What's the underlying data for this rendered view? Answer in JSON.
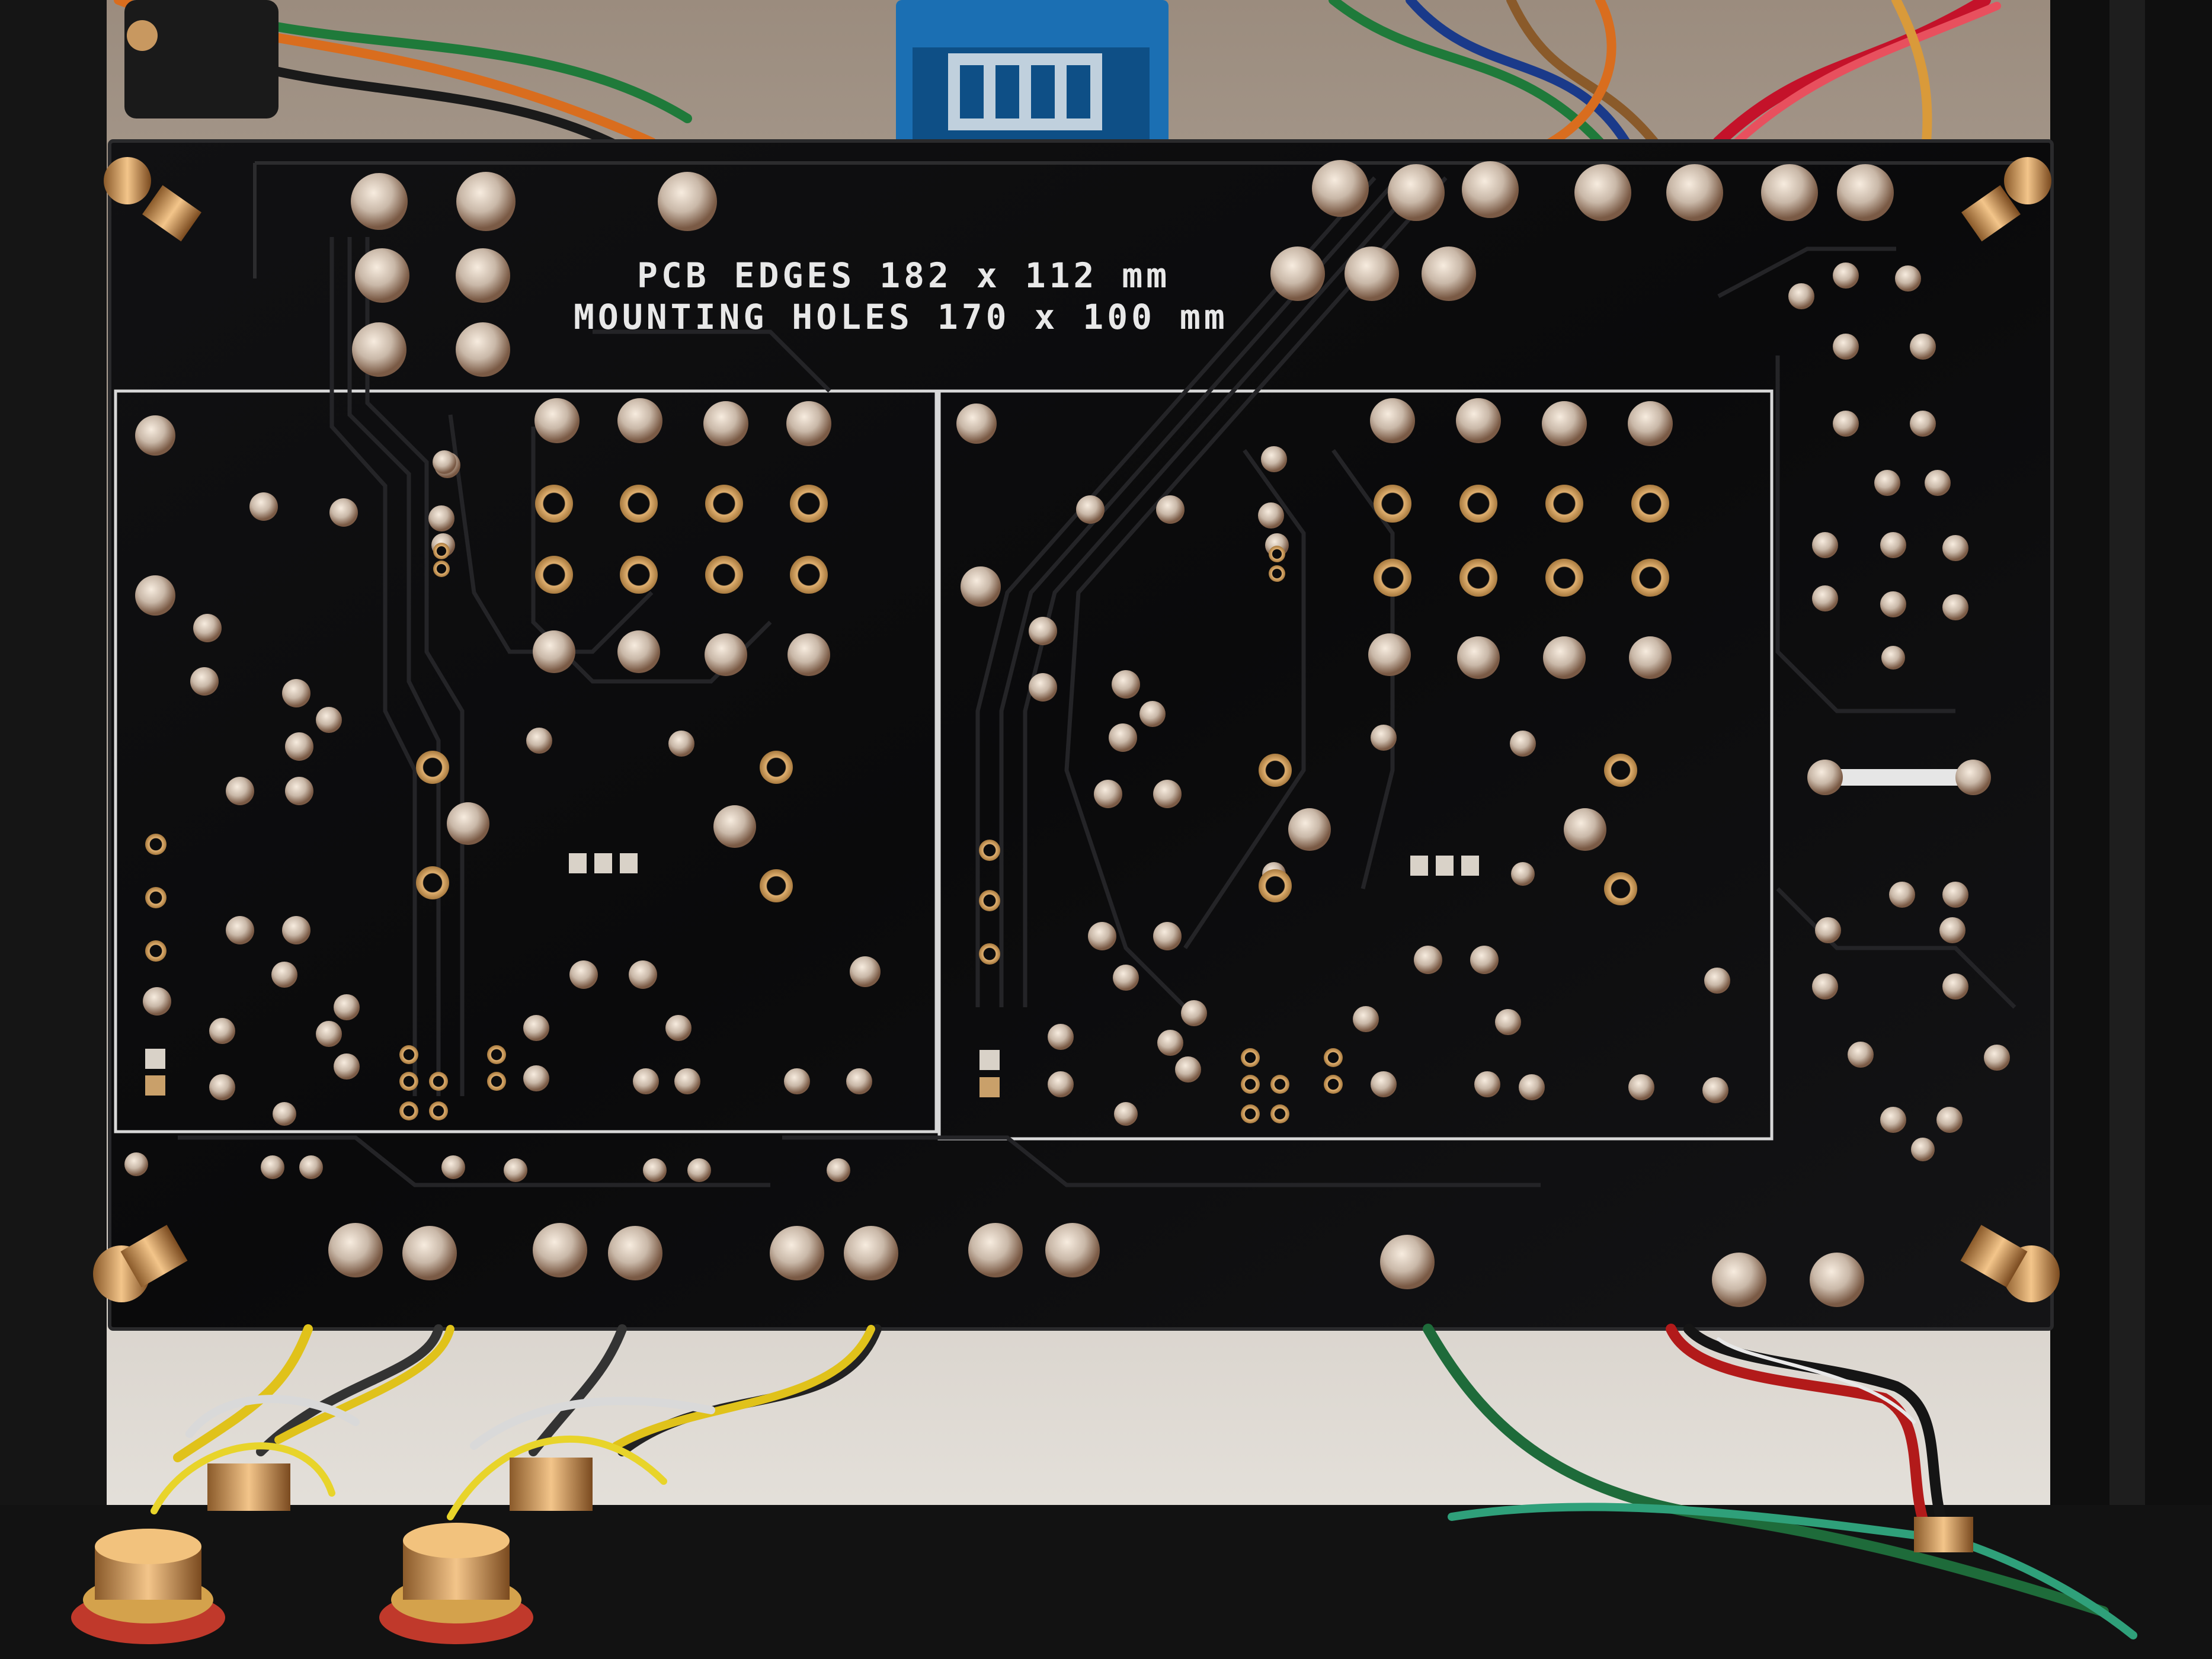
{
  "pcb": {
    "silkscreen_line1": "PCB EDGES 182 x 112 mm",
    "silkscreen_line2": "MOUNTING HOLES  170 x 100 mm",
    "board_color": "#0c0c0d",
    "silkscreen_color": "#e8e8e8",
    "trace_color": "#1d1d1f",
    "pad_color": "#c9a06a"
  },
  "enclosure": {
    "panel_color": "#d6d2cc",
    "frame_color": "#111111",
    "relay_color": "#1b6fb3"
  },
  "wires": [
    "orange",
    "green",
    "black",
    "red",
    "yellow",
    "grey",
    "teal-green"
  ]
}
